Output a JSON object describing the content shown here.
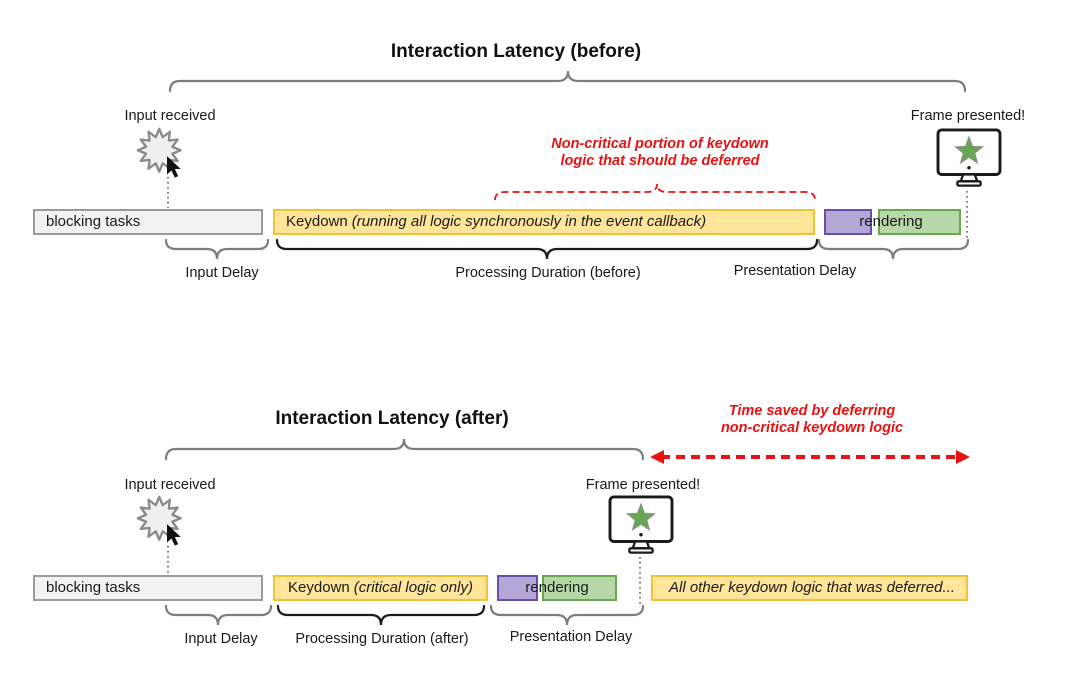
{
  "before": {
    "title": "Interaction Latency (before)",
    "input_received": "Input received",
    "frame_presented": "Frame presented!",
    "annotation_line1": "Non-critical portion of keydown",
    "annotation_line2": "logic that should be deferred",
    "bars": {
      "blocking": "blocking tasks",
      "keydown_prefix": "Keydown",
      "keydown_detail": "(running all logic synchronously in the event callback)",
      "rendering": "rendering"
    },
    "durations": {
      "input_delay": "Input Delay",
      "processing": "Processing Duration (before)",
      "presentation": "Presentation Delay"
    }
  },
  "after": {
    "title": "Interaction Latency (after)",
    "input_received": "Input received",
    "frame_presented": "Frame presented!",
    "annotation_line1": "Time saved by deferring",
    "annotation_line2": "non-critical keydown logic",
    "bars": {
      "blocking": "blocking tasks",
      "keydown_prefix": "Keydown",
      "keydown_detail": "(critical logic only)",
      "rendering": "rendering",
      "deferred": "All other keydown logic that was deferred..."
    },
    "durations": {
      "input_delay": "Input Delay",
      "processing": "Processing Duration (after)",
      "presentation": "Presentation Delay"
    }
  },
  "colors": {
    "task_yellow_fill": "#ffe599",
    "task_yellow_border": "#f1c232",
    "task_purple_fill": "#b4a7d6",
    "task_purple_border": "#674ea7",
    "task_green_fill": "#b6d7a8",
    "task_green_border": "#6aa84f",
    "task_gray_fill": "#f2f2f2",
    "task_gray_border": "#9a9a9a",
    "annotation_red": "#e81212",
    "brace_gray": "#7d7d7d",
    "brace_black": "#1c1c1c",
    "star_green": "#67a653"
  }
}
